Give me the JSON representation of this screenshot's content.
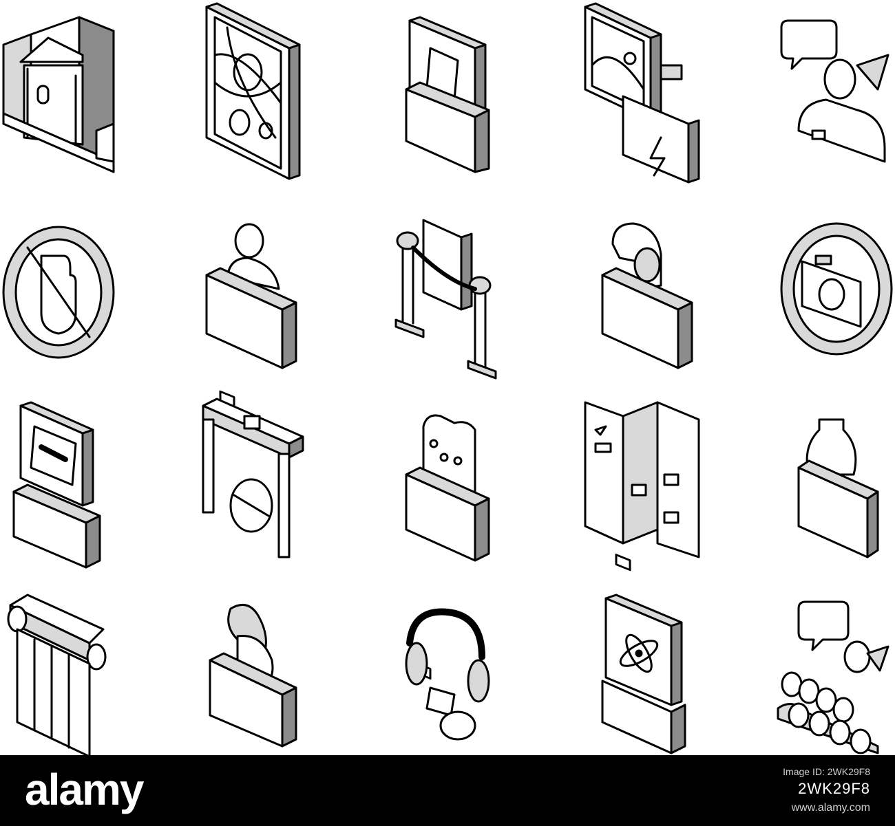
{
  "footer": {
    "logo_text": "alamy",
    "image_id_caption": "Image ID: 2WK29F8",
    "image_id": "2WK29F8",
    "site": "www.alamy.com"
  },
  "colors": {
    "stroke": "#000000",
    "face_light": "#ffffff",
    "face_mid": "#d9d9d9",
    "face_dark": "#8c8c8c",
    "footer_bg": "#000000"
  },
  "icons": [
    {
      "name": "museum-building-icon"
    },
    {
      "name": "abstract-painting-icon"
    },
    {
      "name": "ancient-scroll-exhibit-icon"
    },
    {
      "name": "paintings-gallery-icon"
    },
    {
      "name": "museum-guide-icon"
    },
    {
      "name": "do-not-touch-sign-icon"
    },
    {
      "name": "bust-sculpture-icon"
    },
    {
      "name": "rope-barrier-exhibit-icon"
    },
    {
      "name": "warrior-helmet-exhibit-icon"
    },
    {
      "name": "no-photo-sign-icon"
    },
    {
      "name": "fossil-bone-exhibit-icon"
    },
    {
      "name": "security-gate-no-entry-icon"
    },
    {
      "name": "necklace-jewelry-exhibit-icon"
    },
    {
      "name": "museum-map-brochure-icon"
    },
    {
      "name": "ancient-vase-exhibit-icon"
    },
    {
      "name": "ionic-column-icon"
    },
    {
      "name": "abstract-sculpture-exhibit-icon"
    },
    {
      "name": "audio-guide-headphones-icon"
    },
    {
      "name": "science-atom-exhibit-icon"
    },
    {
      "name": "group-tour-guide-icon"
    }
  ]
}
